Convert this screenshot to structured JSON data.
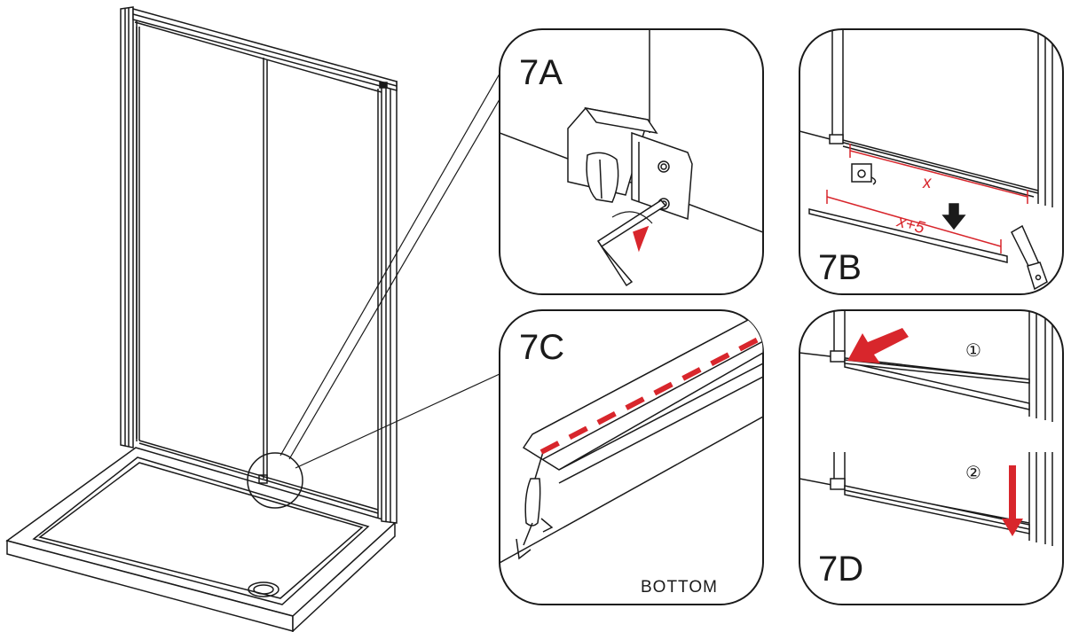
{
  "panels": {
    "a": {
      "label": "7A"
    },
    "b": {
      "label": "7B",
      "dim_x": "x",
      "dim_x5": "x+5"
    },
    "c": {
      "label": "7C",
      "bottom": "BOTTOM"
    },
    "d": {
      "label": "7D",
      "step1": "①",
      "step2": "②"
    }
  },
  "colors": {
    "line": "#1a1a1a",
    "accent_red": "#d8262c",
    "background": "#ffffff"
  },
  "icons": [
    "allen-key-icon",
    "tape-measure-icon",
    "hacksaw-icon",
    "arrow-down-icon",
    "arrow-insert-icon"
  ]
}
